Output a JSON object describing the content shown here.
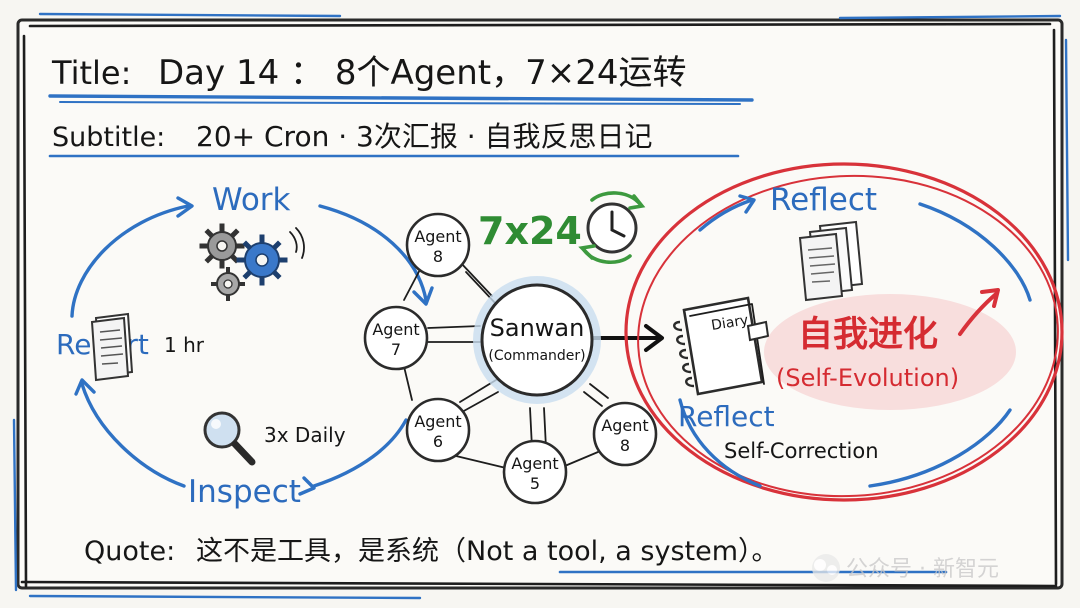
{
  "title": {
    "label": "Title:",
    "text": "Day 14 ： 8个Agent，7×24运转"
  },
  "subtitle": {
    "label": "Subtitle:",
    "text": "20+ Cron · 3次汇报 · 自我反思日记"
  },
  "cycle": {
    "work": "Work",
    "report": "Report",
    "report_note": "1 hr",
    "inspect": "Inspect",
    "inspect_note": "3x Daily"
  },
  "network": {
    "always_on": "7x24",
    "commander": {
      "name": "Sanwan",
      "role": "(Commander)"
    },
    "agents": [
      {
        "label": "Agent",
        "num": "8"
      },
      {
        "label": "Agent",
        "num": "7"
      },
      {
        "label": "Agent",
        "num": "6"
      },
      {
        "label": "Agent",
        "num": "5"
      },
      {
        "label": "Agent",
        "num": "8"
      }
    ]
  },
  "reflect": {
    "top_label": "Reflect",
    "diary_label": "Diary",
    "bottom_label": "Reflect",
    "bottom_note": "Self-Correction",
    "evolution_cn": "自我进化",
    "evolution_en": "(Self-Evolution)"
  },
  "quote": {
    "label": "Quote:",
    "text": "这不是工具，是系统（Not a tool, a system）。"
  },
  "watermark": "公众号 · 新智元",
  "colors": {
    "blue": "#2f72c4",
    "red": "#d8323a",
    "green": "#3d9a3f",
    "ink": "#1d1d1d"
  }
}
